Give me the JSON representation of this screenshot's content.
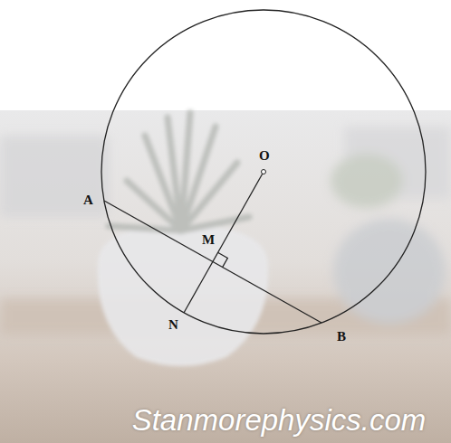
{
  "diagram": {
    "labels": [
      "O",
      "A",
      "M",
      "N",
      "B",
      "Stanmorephysics.com"
    ]
  }
}
